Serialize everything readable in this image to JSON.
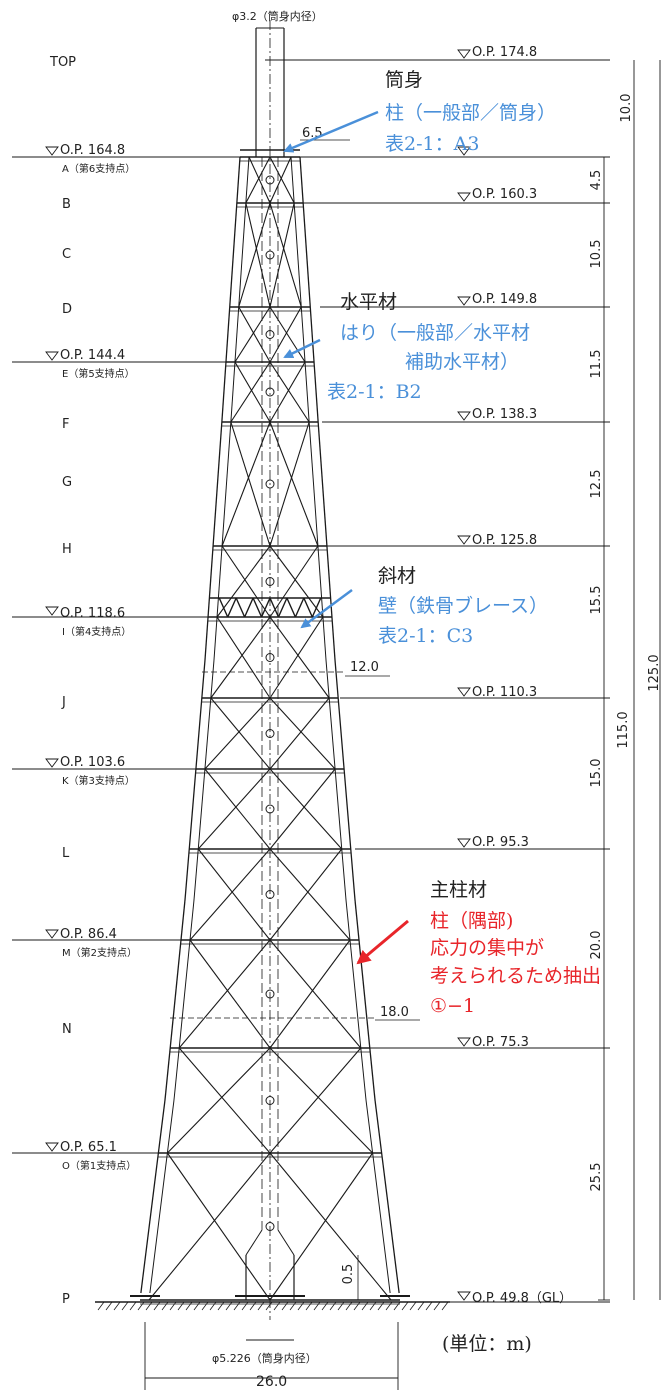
{
  "top_label": "TOP",
  "top_diameter": "φ3.2（筒身内径）",
  "top_level": "O.P. 174.8",
  "support_points": [
    {
      "level": "O.P. 164.8",
      "name": "A（第6支持点）"
    },
    {
      "level": "O.P. 144.4",
      "name": "E（第5支持点）"
    },
    {
      "level": "O.P. 118.6",
      "name": "I（第4支持点）"
    },
    {
      "level": "O.P. 103.6",
      "name": "K（第3支持点）"
    },
    {
      "level": "O.P. 86.4",
      "name": "M（第2支持点）"
    },
    {
      "level": "O.P. 65.1",
      "name": "O（第1支持点）"
    }
  ],
  "section_letters": [
    "B",
    "C",
    "D",
    "F",
    "G",
    "H",
    "J",
    "L",
    "N",
    "P"
  ],
  "right_levels": [
    "O.P. 160.3",
    "O.P. 149.8",
    "O.P. 138.3",
    "O.P. 125.8",
    "O.P. 110.3",
    "O.P. 95.3",
    "O.P. 75.3",
    "O.P. 49.8（GL）"
  ],
  "segment_dims": [
    "10.0",
    "4.5",
    "10.5",
    "11.5",
    "12.5",
    "15.5",
    "15.0",
    "20.0",
    "25.5",
    "0.5"
  ],
  "total_dims": [
    "115.0",
    "125.0"
  ],
  "widths": [
    "6.5",
    "12.0",
    "18.0"
  ],
  "annotations": {
    "stack": {
      "title": "筒身",
      "lines": [
        "柱（一般部／筒身）",
        "表2-1：A3"
      ]
    },
    "horizontal": {
      "title": "水平材",
      "lines": [
        "はり（一般部／水平材",
        "補助水平材）",
        "表2-1：B2"
      ]
    },
    "diagonal": {
      "title": "斜材",
      "lines": [
        "壁（鉄骨ブレース）",
        "表2-1：C3"
      ]
    },
    "main_column": {
      "title": "主柱材",
      "lines": [
        "柱（隅部)",
        "応力の集中が",
        "考えられるため抽出",
        "①−1"
      ]
    }
  },
  "bottom_diameter": "φ5.226（筒身内径）",
  "base_width": "26.0",
  "unit": "(単位：m)",
  "colors": {
    "line": "#1a1a1a",
    "blue_note": "#4a90d9",
    "red_note": "#e8252a"
  }
}
